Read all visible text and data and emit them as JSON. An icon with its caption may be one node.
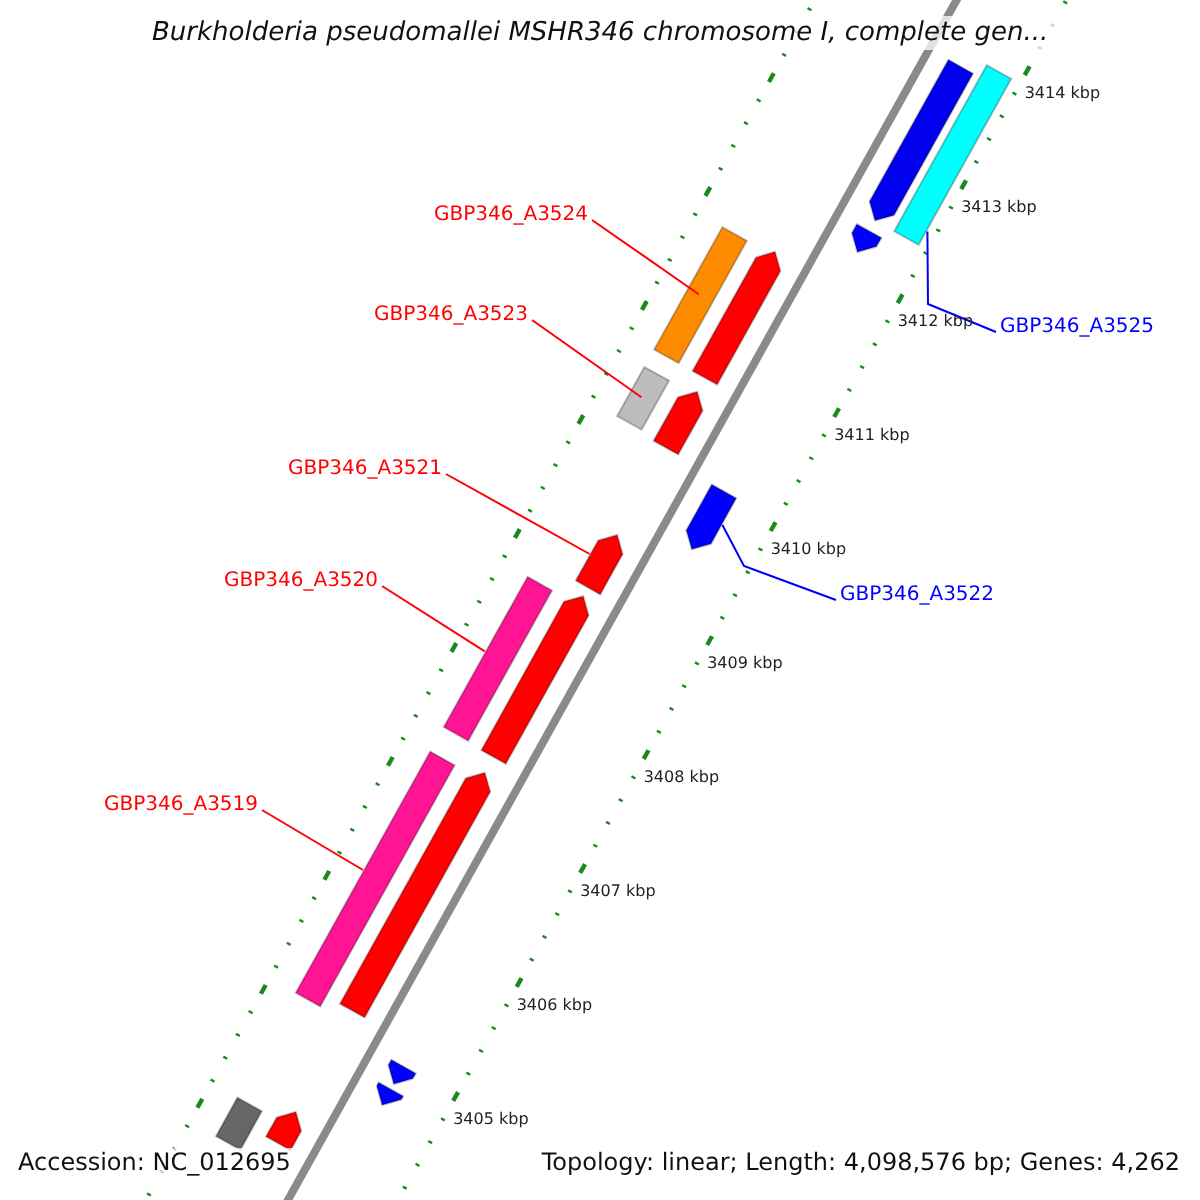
{
  "diagram": {
    "title": "Burkholderia pseudomallei MSHR346 chromosome I, complete gen...",
    "nodes": [
      {
        "text": [
          "GBP346_A3524"
        ]
      },
      {
        "text": [
          "GBP346_A3523"
        ]
      },
      {
        "text": [
          "GBP346_A3525"
        ]
      },
      {
        "text": [
          "GBP346_A3521"
        ]
      },
      {
        "text": [
          "GBP346_A3522"
        ]
      },
      {
        "text": [
          "GBP346_A3520"
        ]
      },
      {
        "text": [
          "GBP346_A3519"
        ]
      },
      {
        "text": [],
        "shape": "arrow"
      },
      {
        "text": [],
        "shape": "bar"
      },
      {
        "text": [],
        "shape": "arrow"
      },
      {
        "text": [],
        "shape": "bar"
      },
      {
        "text": [],
        "shape": "arrow"
      },
      {
        "text": [],
        "shape": "bar"
      },
      {
        "text": [],
        "shape": "arrow"
      },
      {
        "text": [],
        "shape": "arrow"
      },
      {
        "text": [],
        "shape": "arrow"
      },
      {
        "text": [],
        "shape": "bar"
      },
      {
        "text": [],
        "shape": "arrow"
      },
      {
        "text": [],
        "shape": "bar"
      },
      {
        "text": [],
        "shape": "arrow"
      },
      {
        "text": [],
        "shape": "arrow"
      },
      {
        "text": [],
        "shape": "arrow"
      },
      {
        "text": [],
        "shape": "bar"
      },
      {
        "text": [],
        "shape": "arrow"
      }
    ],
    "edges": [
      {
        "from": 0,
        "to": 10,
        "arrow": "none"
      },
      {
        "from": 1,
        "to": 12,
        "arrow": "none"
      },
      {
        "from": 2,
        "to": 8,
        "arrow": "none",
        "color": "#0000ff"
      },
      {
        "from": 3,
        "to": 15,
        "arrow": "none"
      },
      {
        "from": 4,
        "to": 14,
        "arrow": "none",
        "color": "#0000ff"
      },
      {
        "from": 5,
        "to": 16,
        "arrow": "none"
      },
      {
        "from": 6,
        "to": 18,
        "arrow": "none"
      }
    ],
    "labels": [
      "3414 kbp",
      "3413 kbp",
      "3412 kbp",
      "3411 kbp",
      "3410 kbp",
      "3409 kbp",
      "3408 kbp",
      "3407 kbp",
      "3406 kbp",
      "3405 kbp",
      "Accession: NC_012695",
      "Topology: linear; Length: 4,098,576 bp; Genes: 4,262"
    ]
  }
}
